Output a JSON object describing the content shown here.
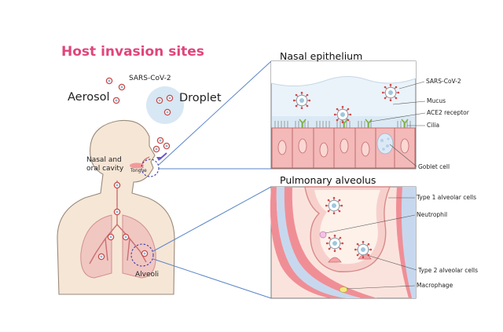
{
  "title": "Host invasion sites",
  "labels": {
    "sars_cov_2_left": "SARS-CoV-2",
    "aerosol": "Aerosol",
    "droplet": "Droplet",
    "nasal_oral": "Nasal and\noral cavity",
    "tongue": "Tongue",
    "alveoli": "Alveoli"
  },
  "nasal_panel": {
    "title": "Nasal epithelium",
    "labels": [
      "SARS-CoV-2",
      "Mucus",
      "ACE2 receptor",
      "Cilia",
      "Goblet cell"
    ]
  },
  "alveolus_panel": {
    "title": "Pulmonary alveolus",
    "labels": [
      "Type 1 alveolar cells",
      "Neutrophil",
      "Type 2 alveolar cells",
      "Macrophage"
    ]
  },
  "colors": {
    "title": "#e0457b",
    "skin": "#f6e6d6",
    "lung": "#f1c7c2",
    "callout_line": "#5a86c8",
    "mucus": "#dbe9f5",
    "epithelium": "#f4b9b9",
    "ace2": "#7cb342"
  }
}
